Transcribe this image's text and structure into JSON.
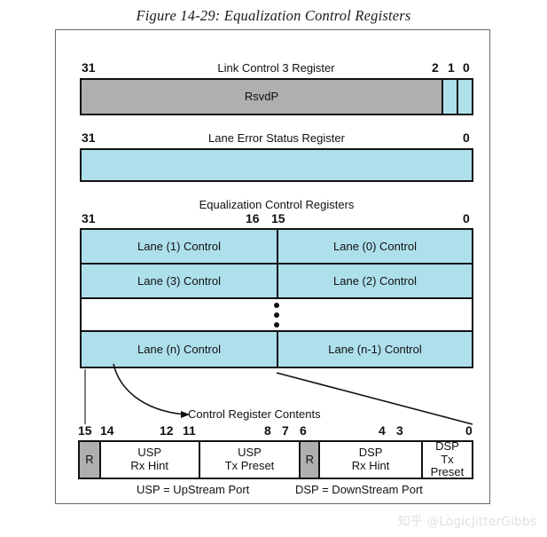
{
  "figure": {
    "title": "Figure 14-29: Equalization Control Registers"
  },
  "colors": {
    "field_blue": "#aee0ec",
    "reserved_gray": "#afafaf",
    "border": "#111111",
    "frame": "#6a6a6a",
    "watermark": "#e2e2e2"
  },
  "link_control_3": {
    "caption": "Link Control 3 Register",
    "bit_high": "31",
    "bit_2": "2",
    "bit_1": "1",
    "bit_0": "0",
    "fields": [
      {
        "label": "RsvdP",
        "bits": "31:2",
        "fill": "gray"
      },
      {
        "label": "",
        "bits": "1",
        "fill": "blue"
      },
      {
        "label": "",
        "bits": "0",
        "fill": "blue"
      }
    ]
  },
  "lane_error_status": {
    "caption": "Lane Error Status Register",
    "bit_high": "31",
    "bit_low": "0",
    "fields": [
      {
        "label": "",
        "bits": "31:0",
        "fill": "blue"
      }
    ]
  },
  "equalization_control": {
    "caption": "Equalization Control Registers",
    "bit_31": "31",
    "bit_16": "16",
    "bit_15": "15",
    "bit_0": "0",
    "rows": [
      {
        "left": "Lane (1) Control",
        "right": "Lane (0) Control"
      },
      {
        "left": "Lane (3) Control",
        "right": "Lane (2) Control"
      },
      {
        "left": "",
        "right": "",
        "ellipsis": true
      },
      {
        "left": "Lane (n) Control",
        "right": "Lane (n-1) Control"
      }
    ]
  },
  "callout": {
    "label": "Control Register Contents"
  },
  "control_register_contents": {
    "bit_15": "15",
    "bit_14": "14",
    "bit_12": "12",
    "bit_11": "11",
    "bit_8": "8",
    "bit_7": "7",
    "bit_6": "6",
    "bit_4": "4",
    "bit_3": "3",
    "bit_0": "0",
    "fields": [
      {
        "line1": "R",
        "line2": "",
        "bits": "15",
        "fill": "gray"
      },
      {
        "line1": "USP",
        "line2": "Rx Hint",
        "bits": "14:12",
        "fill": "white"
      },
      {
        "line1": "USP",
        "line2": "Tx Preset",
        "bits": "11:8",
        "fill": "white"
      },
      {
        "line1": "R",
        "line2": "",
        "bits": "7",
        "fill": "gray"
      },
      {
        "line1": "DSP",
        "line2": "Rx Hint",
        "bits": "6:4",
        "fill": "white"
      },
      {
        "line1": "DSP",
        "line2": "Tx Preset",
        "bits": "3:0",
        "fill": "white"
      }
    ],
    "legend_usp": "USP = UpStream Port",
    "legend_dsp": "DSP = DownStream Port"
  },
  "watermark": {
    "text": "知乎 @LogicJitterGibbs"
  }
}
